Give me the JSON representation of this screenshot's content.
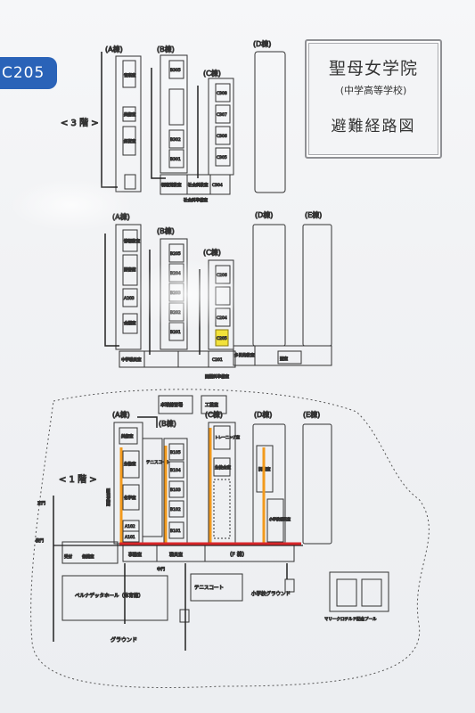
{
  "room_tag": "C205",
  "title": {
    "main": "聖母女学院",
    "sub": "(中学高等学校)",
    "route": "避難経路図"
  },
  "floors": {
    "f3": "< 3 階 >",
    "f1": "< 1 階 >"
  },
  "buildings": {
    "a3": "(A棟)",
    "b3": "(B棟)",
    "c3": "(C棟)",
    "d3": "(D棟)",
    "a2": "(A棟)",
    "b2": "(B棟)",
    "c2": "(C棟)",
    "d2": "(D棟)",
    "e2": "(E棟)",
    "a1": "(A棟)",
    "b1": "(B棟)",
    "c1": "(C棟)",
    "d1": "(D棟)",
    "e1": "(E棟)",
    "f1": "(F 棟)"
  },
  "rooms_f3": {
    "ongaku": "音楽室",
    "bijutsu": "美術室",
    "keikan": "経営室",
    "c3_bottom_left": "視聴覚教室",
    "c3_bottom_mid": "社会科教室",
    "c304": "C304",
    "c305": "C305",
    "c306": "C306",
    "c307": "C307",
    "c308": "C308",
    "b305": "B305",
    "b302": "B302",
    "b301": "B301",
    "social_prep": "社会科準備室"
  },
  "rooms_f2": {
    "joho": "情報教室",
    "tosho": "図書館",
    "a203": "A203",
    "kaigi": "会議室",
    "chugakko": "中学職員室",
    "b205": "B205",
    "b204": "B204",
    "b203": "B203",
    "b202": "B202",
    "b201": "B201",
    "c201": "C201",
    "c206": "C206",
    "c205": "C205",
    "c204": "C204",
    "kokugo_prep": "国語科準備室",
    "tokusetsu": "多目的教室",
    "ryugaku": "聖室"
  },
  "rooms_f1": {
    "takkyu": "卓球練習場",
    "kousaku": "工芸室",
    "bijutsu1": "美術室",
    "seibutsu": "生物室",
    "kagaku": "化学室",
    "rika_prep": "理科準備室",
    "tennis_inner": "テニスコート",
    "b105": "B105",
    "b104": "B104",
    "b103": "B103",
    "b102": "B102",
    "b101": "B101",
    "training": "トレーニング室",
    "seiikushitsu": "生徒会室",
    "choori": "調理室",
    "shougakko": "小学校職員室",
    "a102": "A102",
    "a101": "A101",
    "jimu": "事務室",
    "shokuin": "職員室",
    "uketsuke": "受付",
    "hoken": "保健室",
    "hall": "ベルナデッタホール（体育館）",
    "tennis": "テニスコート",
    "shogakko_ground": "小学校グラウンド",
    "ground": "グラウンド",
    "pool": "マリークロチルド記念プール",
    "kousha_mon": "校門",
    "chu_mon": "中門",
    "ura_mon": "正門"
  }
}
